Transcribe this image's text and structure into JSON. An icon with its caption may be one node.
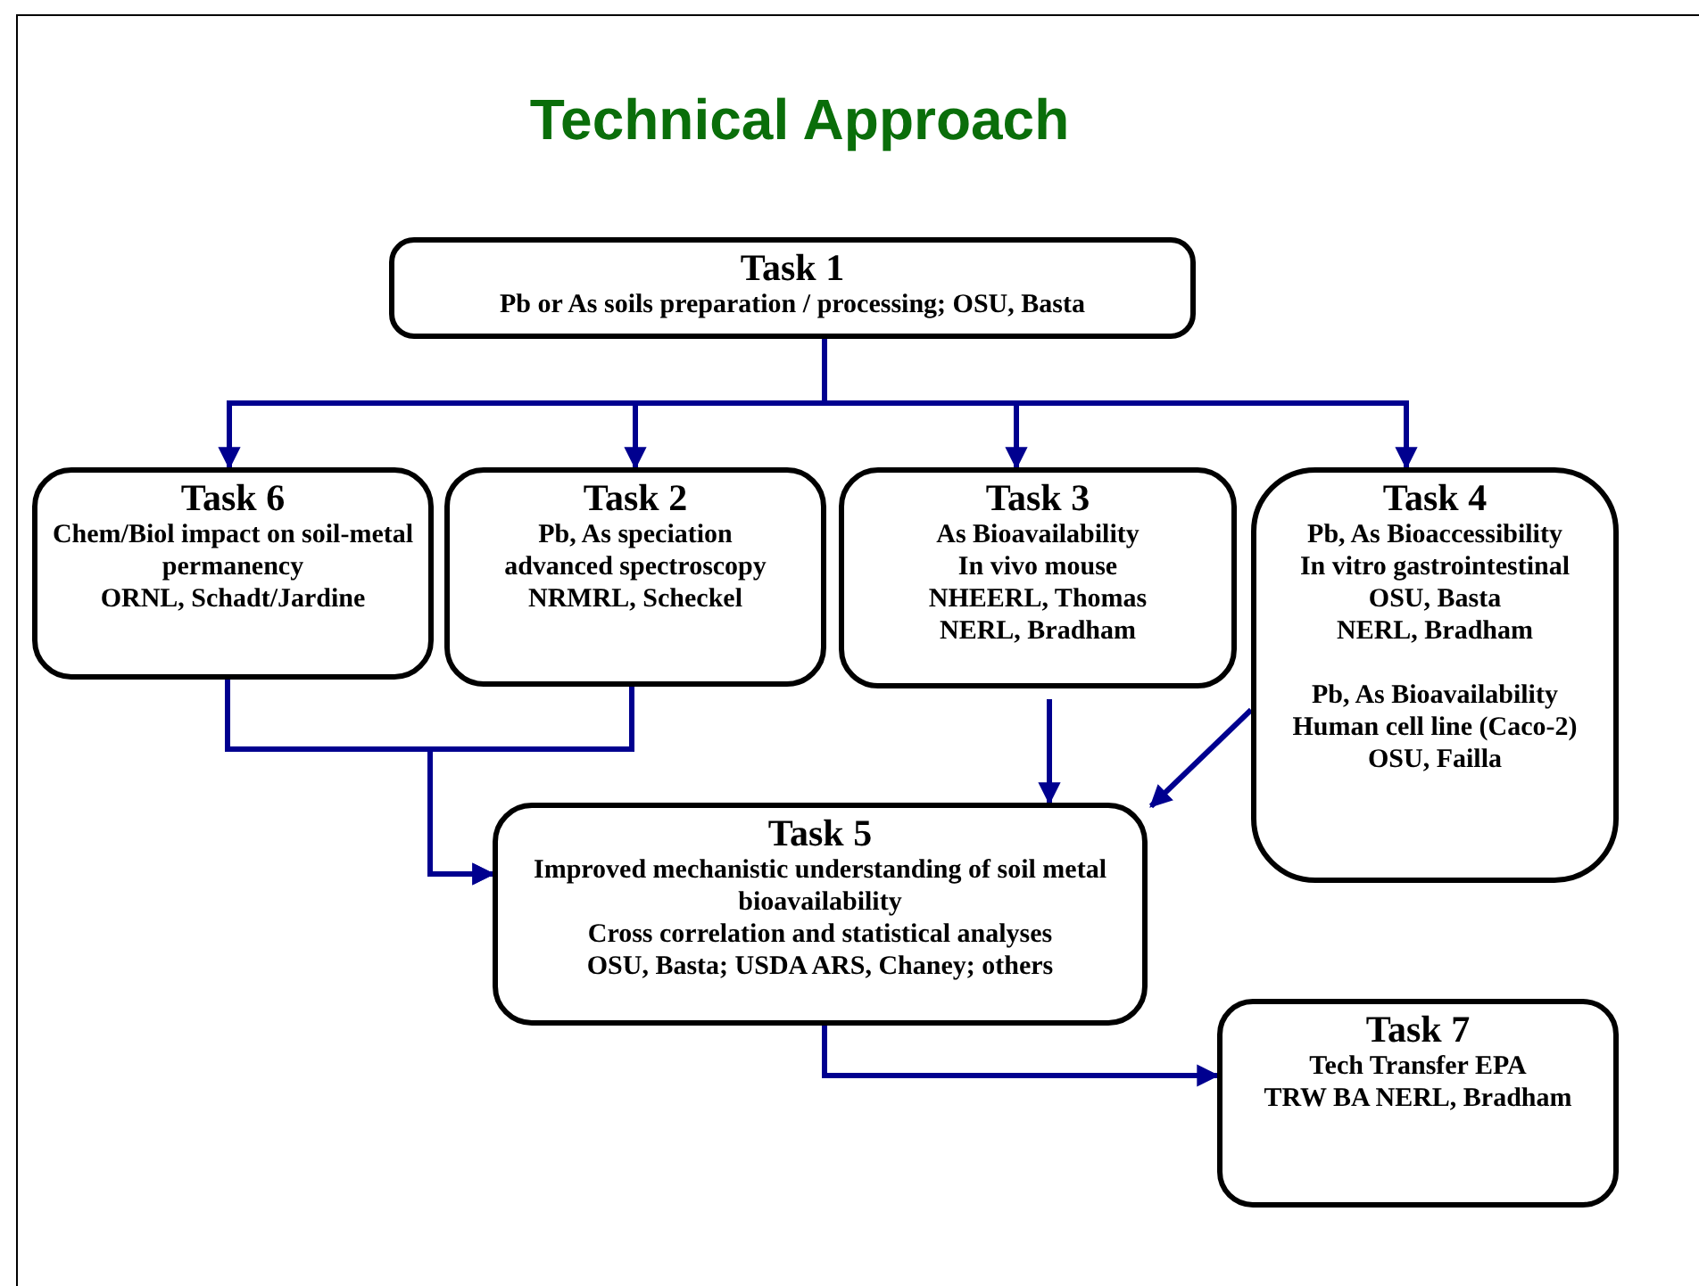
{
  "diagram": {
    "title": "Technical Approach",
    "nodes": [
      {
        "text": [
          "Task 1",
          "Pb or As soils preparation / processing; OSU, Basta"
        ]
      },
      {
        "text": [
          "Task 6",
          "Chem/Biol impact on soil-metal permanency",
          "ORNL, Schadt/Jardine"
        ]
      },
      {
        "text": [
          "Task 2",
          "Pb, As speciation",
          "advanced spectroscopy",
          "NRMRL, Scheckel"
        ]
      },
      {
        "text": [
          "Task 3",
          "As Bioavailability",
          "In vivo mouse",
          "NHEERL, Thomas",
          "NERL, Bradham"
        ]
      },
      {
        "text": [
          "Task 4",
          "Pb, As Bioaccessibility",
          "In vitro gastrointestinal",
          "OSU, Basta",
          "NERL, Bradham",
          "Pb, As Bioavailability",
          "Human cell line (Caco-2)",
          "OSU, Failla"
        ]
      },
      {
        "text": [
          "Task 5",
          "Improved mechanistic understanding of soil metal bioavailability",
          "Cross correlation and statistical analyses",
          "OSU, Basta; USDA ARS, Chaney; others"
        ]
      },
      {
        "text": [
          "Task 7",
          "Tech Transfer EPA",
          "TRW BA NERL, Bradham"
        ]
      }
    ],
    "edges": [
      {
        "from": 0,
        "to": 1,
        "arrow": "to"
      },
      {
        "from": 0,
        "to": 2,
        "arrow": "to"
      },
      {
        "from": 0,
        "to": 3,
        "arrow": "to"
      },
      {
        "from": 0,
        "to": 4,
        "arrow": "to"
      },
      {
        "from": 1,
        "to": 5,
        "arrow": "to"
      },
      {
        "from": 2,
        "to": 5,
        "arrow": "to"
      },
      {
        "from": 3,
        "to": 5,
        "arrow": "to"
      },
      {
        "from": 4,
        "to": 5,
        "arrow": "to"
      },
      {
        "from": 5,
        "to": 6,
        "arrow": "to"
      }
    ]
  }
}
